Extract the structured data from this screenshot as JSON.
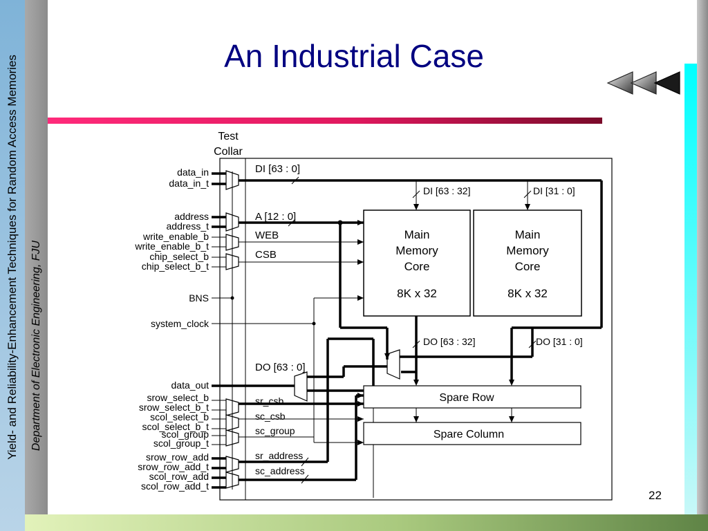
{
  "slide": {
    "title": "An Industrial Case",
    "side_title": "Yield- and Reliability-Enhancement Techniques for Random Access Memories",
    "department": "Department of Electronic Engineering, FJU",
    "page_number": "22"
  },
  "nav": {
    "icon": "rewind-arrows-icon"
  },
  "colors": {
    "title": "#000080",
    "rule": "#e0185e",
    "accent_cyan": "#00ffff"
  },
  "diagram": {
    "collar_label": [
      "Test",
      "Collar"
    ],
    "ports": {
      "data_in": "data_in",
      "data_in_t": "data_in_t",
      "address": "address",
      "address_t": "address_t",
      "write_enable_b": "write_enable_b",
      "write_enable_b_t": "write_enable_b_t",
      "chip_select_b": "chip_select_b",
      "chip_select_b_t": "chip_select_b_t",
      "bns": "BNS",
      "system_clock": "system_clock",
      "data_out": "data_out",
      "srow_select_b": "srow_select_b",
      "srow_select_b_t": "srow_select_b_t",
      "scol_select_b": "scol_select_b",
      "scol_select_b_t": "scol_select_b_t",
      "scol_group": "scol_group",
      "scol_group_t": "scol_group_t",
      "srow_row_add": "srow_row_add",
      "srow_row_add_t": "srow_row_add_t",
      "scol_row_add": "scol_row_add",
      "scol_row_add_t": "scol_row_add_t"
    },
    "signals": {
      "di": "DI [63 : 0]",
      "di_hi": "DI [63 : 32]",
      "di_lo": "DI [31 : 0]",
      "addr": "A [12 : 0]",
      "web": "WEB",
      "csb": "CSB",
      "do": "DO [63 : 0]",
      "do_hi": "DO [63 : 32]",
      "do_lo": "DO [31 : 0]",
      "sr_csb": "sr_csb",
      "sc_csb": "sc_csb",
      "sc_group": "sc_group",
      "sr_address": "sr_address",
      "sc_address": "sc_address"
    },
    "core_left": {
      "line1": "Main",
      "line2": "Memory",
      "line3": "Core",
      "size": "8K x 32"
    },
    "core_right": {
      "line1": "Main",
      "line2": "Memory",
      "line3": "Core",
      "size": "8K x 32"
    },
    "spare_row": "Spare Row",
    "spare_column": "Spare Column"
  }
}
